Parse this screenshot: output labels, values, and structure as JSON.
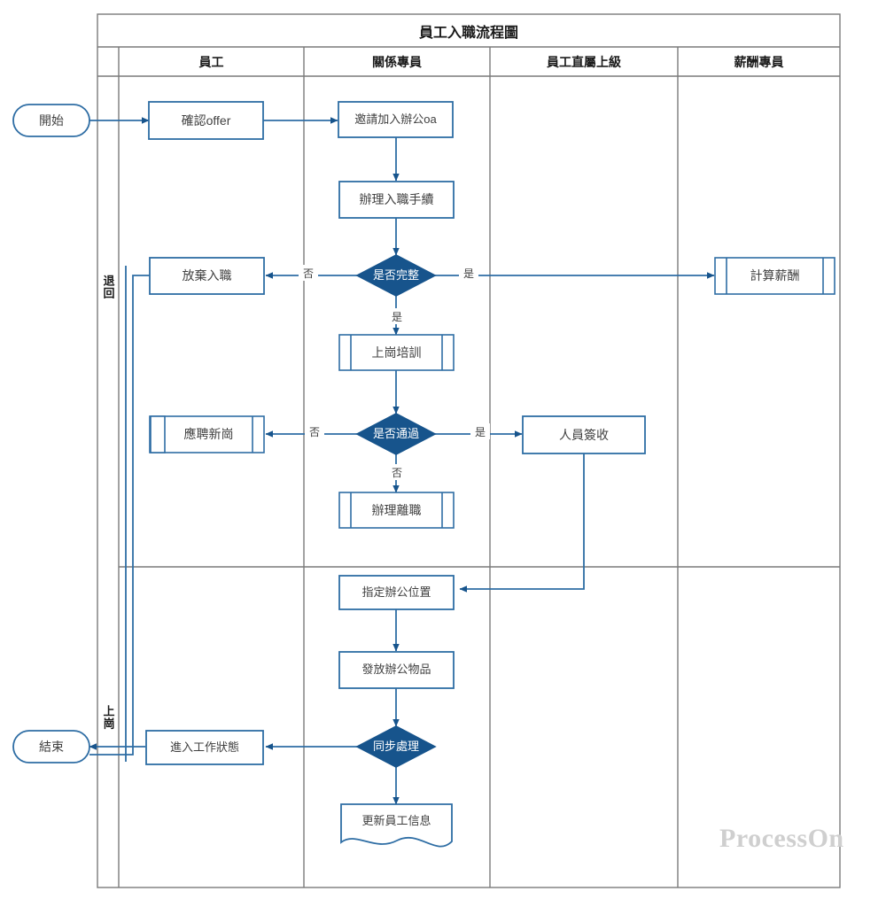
{
  "diagram": {
    "title": "員工入職流程圖",
    "watermark": "ProcessOn",
    "colors": {
      "stroke": "#2e6da4",
      "fill_dark": "#17548c",
      "frame": "#7a7a7a",
      "text": "#404040",
      "white": "#ffffff"
    },
    "lanes_horizontal": [
      {
        "id": "lane-tuihui",
        "label": "退回"
      },
      {
        "id": "lane-shanggang",
        "label": "上崗"
      }
    ],
    "columns": [
      {
        "id": "col-employee",
        "label": "員工"
      },
      {
        "id": "col-relations",
        "label": "關係專員"
      },
      {
        "id": "col-manager",
        "label": "員工直屬上級"
      },
      {
        "id": "col-payroll",
        "label": "薪酬專員"
      }
    ],
    "nodes": [
      {
        "id": "start",
        "label": "開始",
        "shape": "terminator"
      },
      {
        "id": "confirm-offer",
        "label": "確認offer",
        "shape": "process"
      },
      {
        "id": "invite-oa",
        "label": "邀請加入辦公oa",
        "shape": "process"
      },
      {
        "id": "onboard-proc",
        "label": "辦理入職手續",
        "shape": "process"
      },
      {
        "id": "is-complete",
        "label": "是否完整",
        "shape": "decision"
      },
      {
        "id": "give-up",
        "label": "放棄入職",
        "shape": "process"
      },
      {
        "id": "calc-salary",
        "label": "計算薪酬",
        "shape": "predefined"
      },
      {
        "id": "training",
        "label": "上崗培訓",
        "shape": "predefined"
      },
      {
        "id": "is-passed",
        "label": "是否通過",
        "shape": "decision"
      },
      {
        "id": "apply-new",
        "label": "應聘新崗",
        "shape": "predefined"
      },
      {
        "id": "staff-sign",
        "label": "人員簽收",
        "shape": "process"
      },
      {
        "id": "resign",
        "label": "辦理離職",
        "shape": "predefined"
      },
      {
        "id": "assign-desk",
        "label": "指定辦公位置",
        "shape": "process"
      },
      {
        "id": "issue-items",
        "label": "發放辦公物品",
        "shape": "process"
      },
      {
        "id": "sync-handle",
        "label": "同步處理",
        "shape": "decision"
      },
      {
        "id": "enter-work",
        "label": "進入工作狀態",
        "shape": "process"
      },
      {
        "id": "update-info",
        "label": "更新員工信息",
        "shape": "document"
      },
      {
        "id": "end",
        "label": "結束",
        "shape": "terminator"
      }
    ],
    "edge_labels": [
      {
        "id": "edge-complete-no",
        "text": "否"
      },
      {
        "id": "edge-complete-yes",
        "text": "是"
      },
      {
        "id": "edge-complete-down",
        "text": "是"
      },
      {
        "id": "edge-passed-no",
        "text": "否"
      },
      {
        "id": "edge-passed-yes",
        "text": "是"
      },
      {
        "id": "edge-passed-down",
        "text": "否"
      }
    ]
  }
}
